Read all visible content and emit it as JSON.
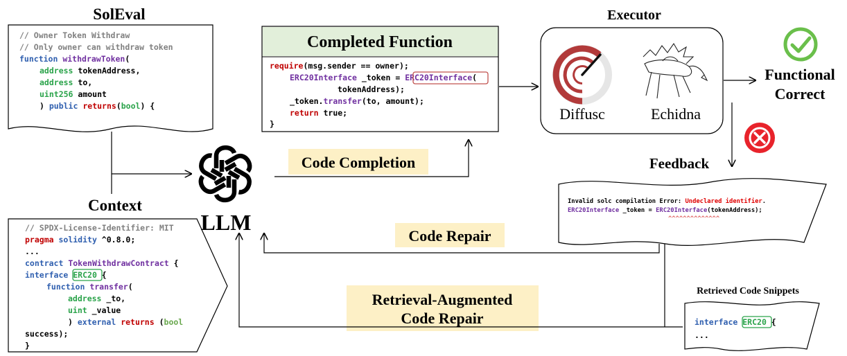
{
  "colors": {
    "keyword_red": "#c00000",
    "keyword_blue": "#2f5faf",
    "type_green": "#2aa34a",
    "func_purple": "#7030a0",
    "comment_gray": "#808080",
    "error_red": "#e00000",
    "label_bg": "#fdf0c6",
    "header_bg": "#e2efda",
    "check_green": "#6abf4b",
    "cross_red": "#e8232b"
  },
  "soleval": {
    "title": "SolEval",
    "code": {
      "comment1": "// Owner Token Withdraw",
      "comment2": "// Only owner can withdraw token",
      "kw_function": "function",
      "fn_name": "withdrawToken",
      "paren_open": "(",
      "t_address1": "address",
      "p_tokenAddress": " tokenAddress,",
      "t_address2": "address",
      "p_to": " to,",
      "t_uint256": "uint256",
      "p_amount": " amount",
      "close_paren": ") ",
      "kw_public": "public",
      "kw_returns": "returns",
      "ret_open": "(",
      "t_bool": "bool",
      "ret_close": ") {"
    }
  },
  "context": {
    "title": "Context",
    "code": {
      "license": "// SPDX-License-Identifier: MIT",
      "kw_pragma": "pragma",
      "kw_solidity": "solidity",
      "version": " ^0.8.0;",
      "ellipsis": "...",
      "kw_contract": "contract",
      "contract_name": "TokenWithdrawContract",
      "brace1": " {",
      "kw_interface": "interface",
      "iface_name": "ERC20",
      "brace2": " {",
      "kw_function": "function",
      "fn_transfer": "transfer",
      "paren_open": "(",
      "t_address": "address",
      "p_to": " _to,",
      "t_uint": "uint",
      "p_value": " _value",
      "close_paren": ") ",
      "kw_external": "external",
      "kw_returns": "returns",
      "ret_open": " (",
      "t_bool": "bool",
      "success": "success);",
      "close_brace": "}"
    }
  },
  "llm": {
    "label": "LLM"
  },
  "completed": {
    "title": "Completed Function",
    "code": {
      "kw_require": "require",
      "require_rest": "(msg.sender == owner);",
      "t_erc20iface": "ERC20Interface",
      "decl_rest": " _token = ",
      "call_erc20iface": "ERC20Interface",
      "call_open": "(",
      "arg_tokenAddress": "tokenAddress);",
      "token_var": "_token.",
      "fn_transfer": "transfer",
      "transfer_args": "(to, amount);",
      "kw_return": "return",
      "return_rest": " true;",
      "close_brace": "}"
    }
  },
  "executor": {
    "title": "Executor",
    "tool1": "Diffusc",
    "tool2": "Echidna"
  },
  "result": {
    "line1": "Functional",
    "line2": "Correct"
  },
  "feedback": {
    "title": "Feedback",
    "line1_prefix": "Invalid solc compilation Error: ",
    "line1_error": "Undeclared identifier",
    "line1_suffix": ".",
    "line2_type": "ERC20Interface",
    "line2_mid": " _token = ",
    "line2_call": "ERC20Interface",
    "line2_end": "(tokenAddress);",
    "carets": "^^^^^^^^^^^^^^"
  },
  "labels": {
    "code_completion": "Code Completion",
    "code_repair": "Code Repair",
    "rag_line1": "Retrieval-Augmented",
    "rag_line2": "Code Repair"
  },
  "retrieved": {
    "title": "Retrieved Code Snippets",
    "kw_interface": "interface",
    "iface_name": "ERC20",
    "brace": " {",
    "ellipsis": "..."
  }
}
